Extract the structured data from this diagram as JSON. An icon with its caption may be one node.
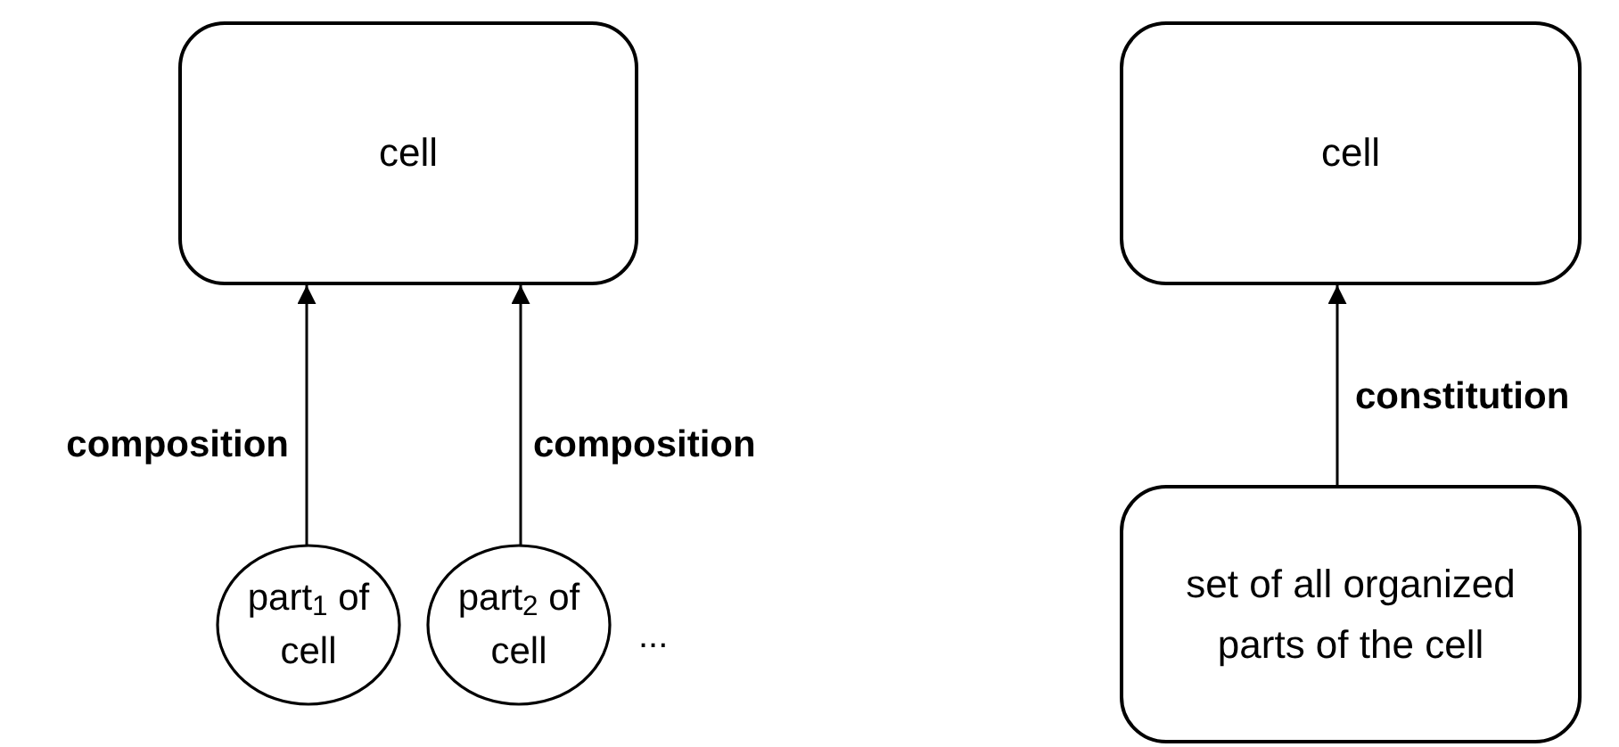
{
  "diagram": {
    "nodes": [
      {
        "text": [
          "cell"
        ]
      },
      {
        "text": [
          "part$_{1}$ of cell"
        ]
      },
      {
        "text": [
          "part$_{2}$ of cell"
        ]
      },
      {
        "text": [
          "cell"
        ]
      },
      {
        "text": [
          "set of all organized parts of the cell"
        ]
      }
    ],
    "edges": [
      {
        "from": 1,
        "to": 0,
        "arrow": "to",
        "label": "composition"
      },
      {
        "from": 2,
        "to": 0,
        "arrow": "to",
        "label": "composition"
      },
      {
        "from": 4,
        "to": 3,
        "arrow": "to",
        "label": "constitution"
      }
    ],
    "labels": [
      "..."
    ]
  }
}
